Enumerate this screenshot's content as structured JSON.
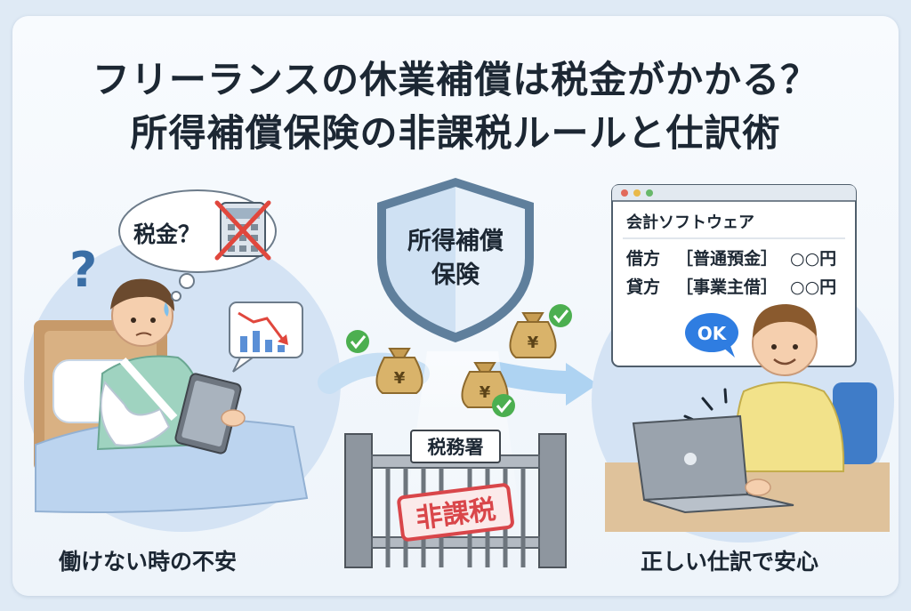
{
  "title": {
    "line1": "フリーランスの休業補償は税金がかかる？",
    "line2": "所得補償保険の非課税ルールと仕訳術"
  },
  "left_scene": {
    "thought_text": "税金？",
    "question_mark": "?",
    "caption": "働けない時の不安"
  },
  "center_scene": {
    "shield_line1": "所得補償",
    "shield_line2": "保険",
    "money_symbol": "¥",
    "gate_sign": "税務署",
    "stamp": "非課税"
  },
  "right_scene": {
    "window_title": "会計ソフトウェア",
    "row1_label": "借方",
    "row1_account": "［普通預金］",
    "row1_amount": "○○円",
    "row2_label": "貸方",
    "row2_account": "［事業主借］",
    "row2_amount": "○○円",
    "ok_bubble": "OK",
    "caption": "正しい仕訳で安心"
  },
  "colors": {
    "title": "#1c2733",
    "shield_fill": "#dcebf8",
    "shield_stroke": "#5f7f9c",
    "check": "#4caf50",
    "stamp_red": "#d9464a",
    "ok_blue": "#2f7de1",
    "shirt_yellow": "#f2e28a"
  }
}
